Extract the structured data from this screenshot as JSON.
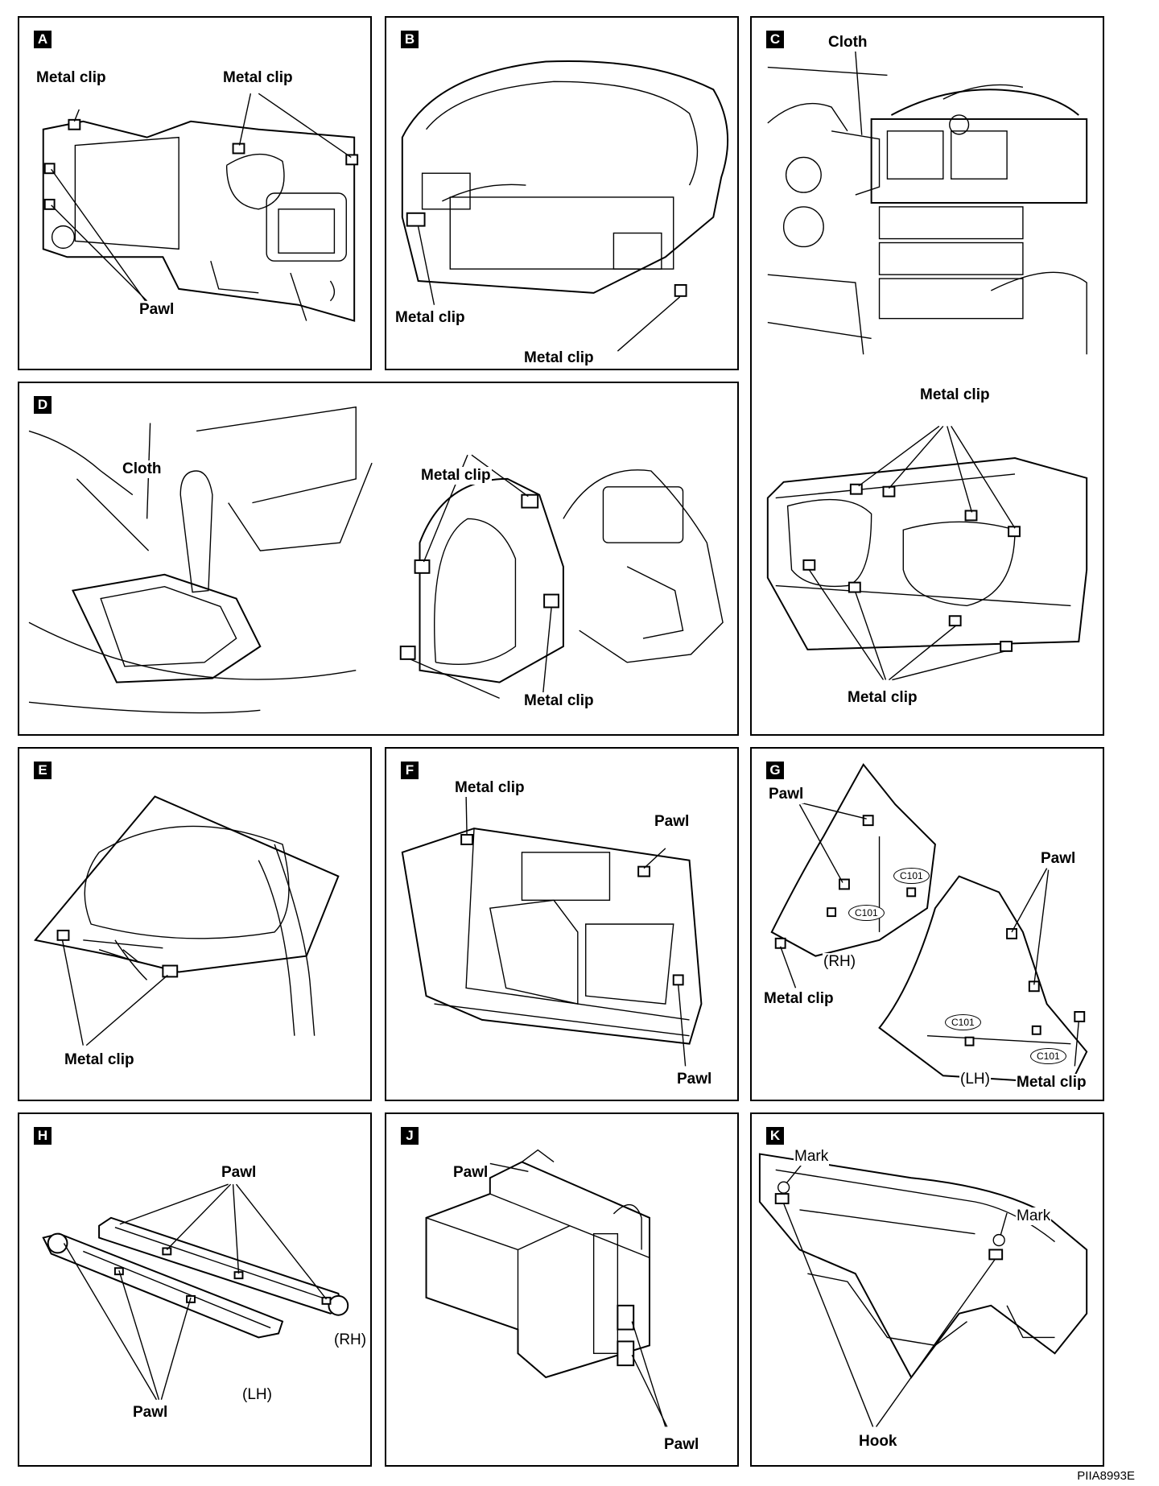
{
  "figure_code": "PIIA8993E",
  "panels": {
    "A": {
      "letter": "A",
      "metal_clip_left": "Metal clip",
      "metal_clip_right": "Metal clip",
      "pawl": "Pawl"
    },
    "B": {
      "letter": "B",
      "metal_clip_left": "Metal clip",
      "metal_clip_bottom": "Metal clip"
    },
    "C": {
      "letter": "C",
      "cloth": "Cloth",
      "metal_clip_top": "Metal clip",
      "metal_clip_bottom": "Metal clip"
    },
    "D": {
      "letter": "D",
      "cloth": "Cloth",
      "metal_clip_top": "Metal clip",
      "metal_clip_bottom": "Metal clip"
    },
    "E": {
      "letter": "E",
      "metal_clip": "Metal clip"
    },
    "F": {
      "letter": "F",
      "metal_clip": "Metal clip",
      "pawl_top": "Pawl",
      "pawl_bottom": "Pawl"
    },
    "G": {
      "letter": "G",
      "pawl_left": "Pawl",
      "pawl_right": "Pawl",
      "c101_1": "C101",
      "c101_2": "C101",
      "c101_3": "C101",
      "c101_4": "C101",
      "rh": "(RH)",
      "lh": "(LH)",
      "metal_clip_left": "Metal clip",
      "metal_clip_right": "Metal clip"
    },
    "H": {
      "letter": "H",
      "pawl_top": "Pawl",
      "pawl_bottom": "Pawl",
      "rh": "(RH)",
      "lh": "(LH)"
    },
    "J": {
      "letter": "J",
      "pawl_top": "Pawl",
      "pawl_bottom": "Pawl"
    },
    "K": {
      "letter": "K",
      "mark_left": "Mark",
      "mark_right": "Mark",
      "hook": "Hook"
    }
  }
}
